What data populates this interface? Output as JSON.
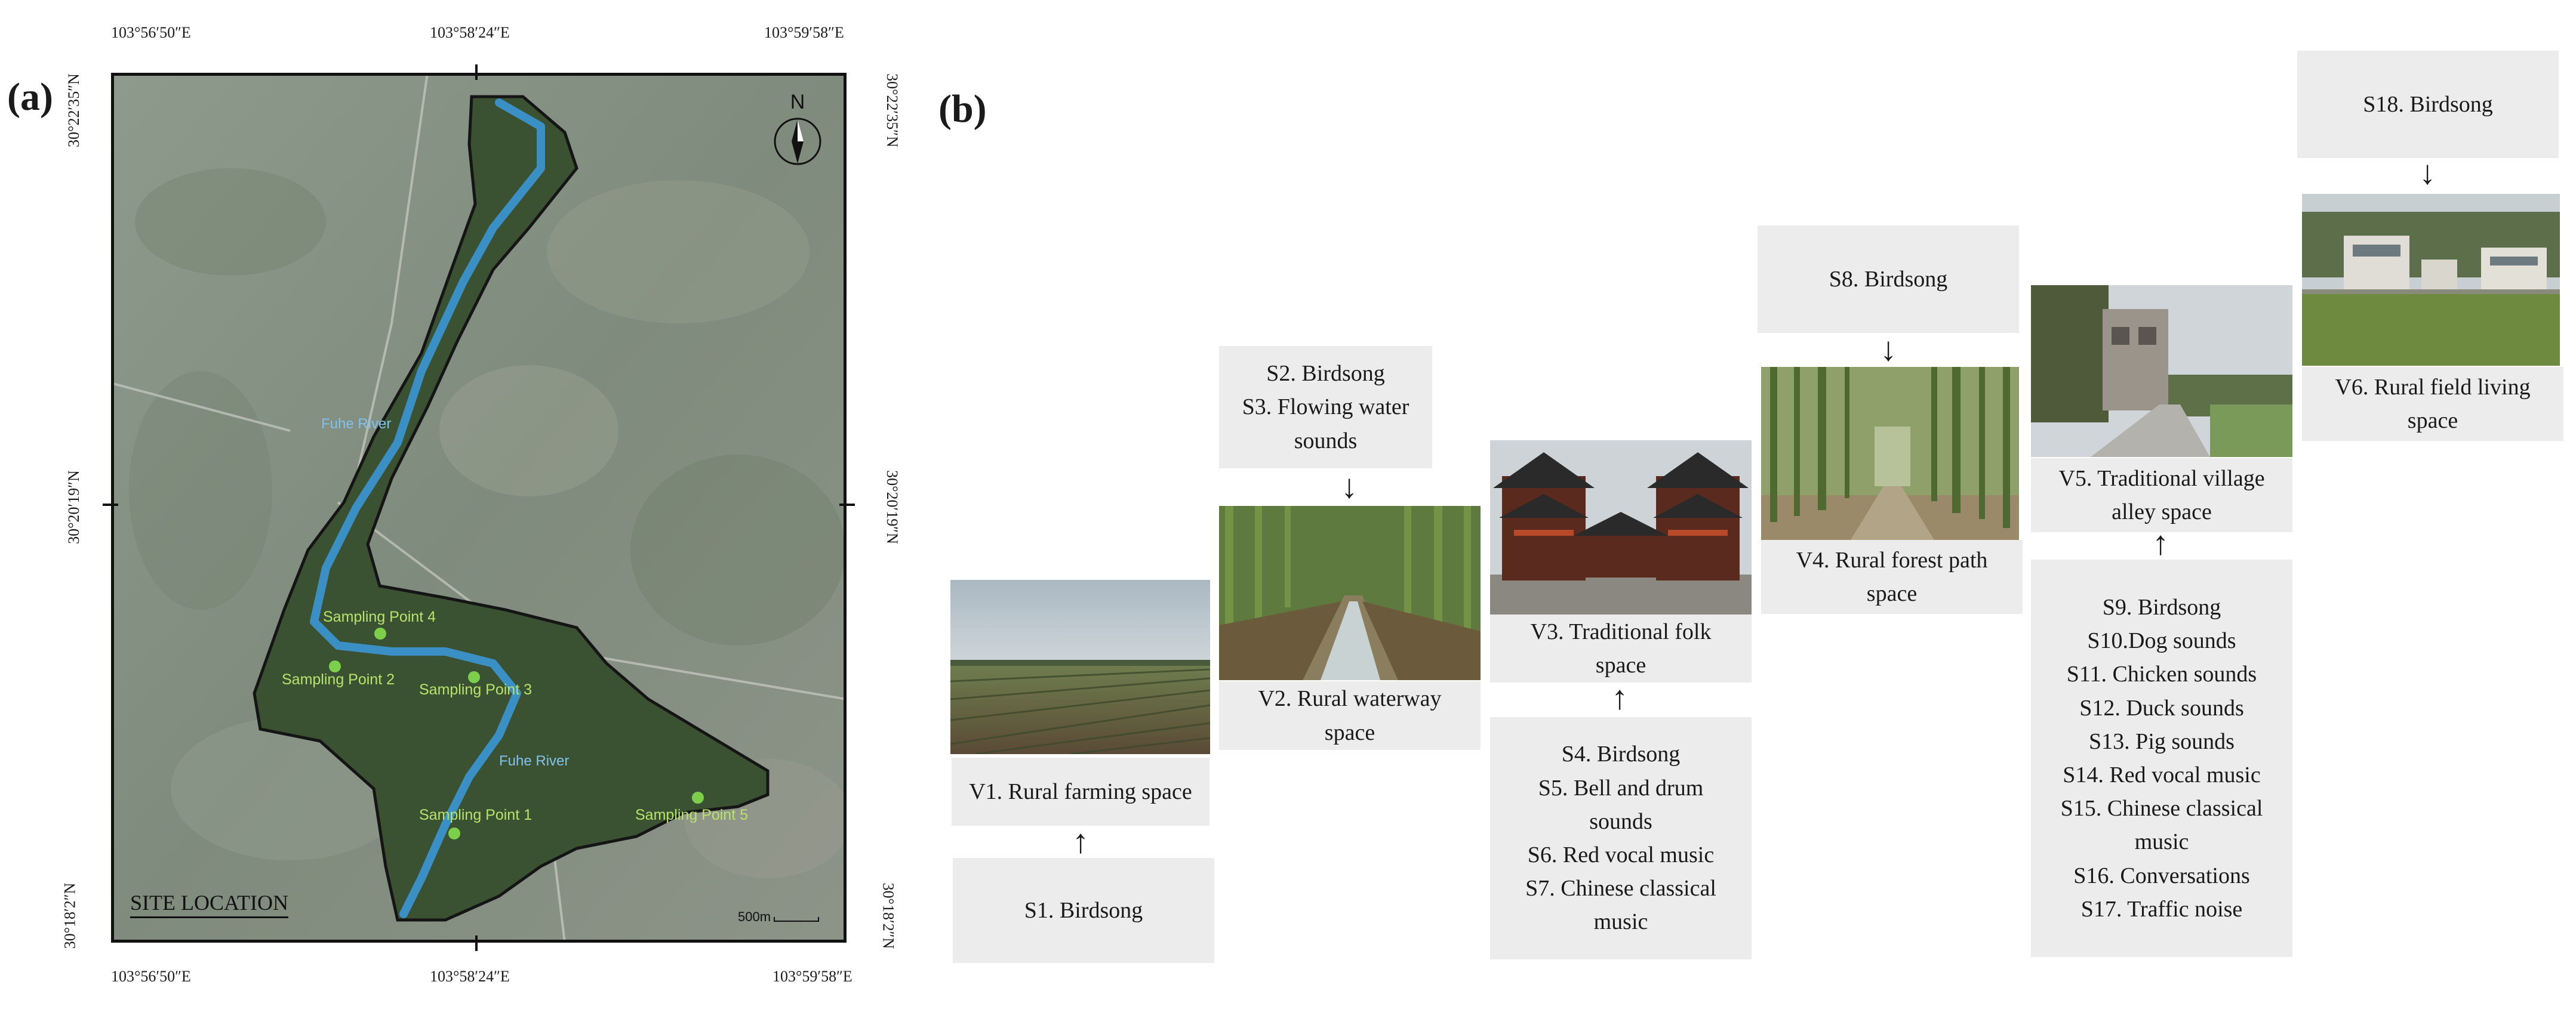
{
  "panel_a": {
    "label": "(a)",
    "coords": {
      "lon_left": "103°56′50″E",
      "lon_mid": "103°58′24″E",
      "lon_right": "103°59′58″E",
      "lat_top": "30°22′35″N",
      "lat_mid": "30°20′19″N",
      "lat_bottom": "30°18′2″N"
    },
    "north": "N",
    "river_labels": [
      "Fuhe River",
      "Fuhe River"
    ],
    "sampling_points": [
      "Sampling Point 1",
      "Sampling Point 2",
      "Sampling Point 3",
      "Sampling Point 4",
      "Sampling Point 5"
    ],
    "scale_text": "500m",
    "site_location": "SITE LOCATION",
    "colors": {
      "river": "#3a8fc4",
      "area": "#2f4a2a",
      "point": "#7ccf4a",
      "label": "#b7e36a",
      "sat": "#8a958a"
    }
  },
  "panel_b": {
    "label": "(b)",
    "visual_spaces": [
      {
        "label": "V1. Rural farming space",
        "image": "farm-field-photo"
      },
      {
        "label": "V2. Rural waterway space",
        "image": "waterway-photo"
      },
      {
        "label": "V3. Traditional folk space",
        "image": "pavilion-photo"
      },
      {
        "label": "V4. Rural forest path space",
        "image": "bamboo-forest-photo"
      },
      {
        "label": "V5. Traditional village alley space",
        "image": "village-alley-photo"
      },
      {
        "label": "V6. Rural field living space",
        "image": "field-houses-photo"
      }
    ],
    "sound_groups": [
      [
        "S1. Birdsong"
      ],
      [
        "S2. Birdsong",
        "S3. Flowing water sounds"
      ],
      [
        "S4. Birdsong",
        "S5. Bell and drum sounds",
        "S6. Red vocal music",
        "S7. Chinese classical music"
      ],
      [
        "S8. Birdsong"
      ],
      [
        "S9. Birdsong",
        "S10.Dog sounds",
        "S11. Chicken sounds",
        "S12. Duck sounds",
        "S13. Pig sounds",
        "S14. Red vocal music",
        "S15. Chinese classical music",
        "S16. Conversations",
        "S17. Traffic noise"
      ],
      [
        "S18. Birdsong"
      ]
    ],
    "arrows": {
      "up": "↑",
      "down": "↓"
    }
  }
}
